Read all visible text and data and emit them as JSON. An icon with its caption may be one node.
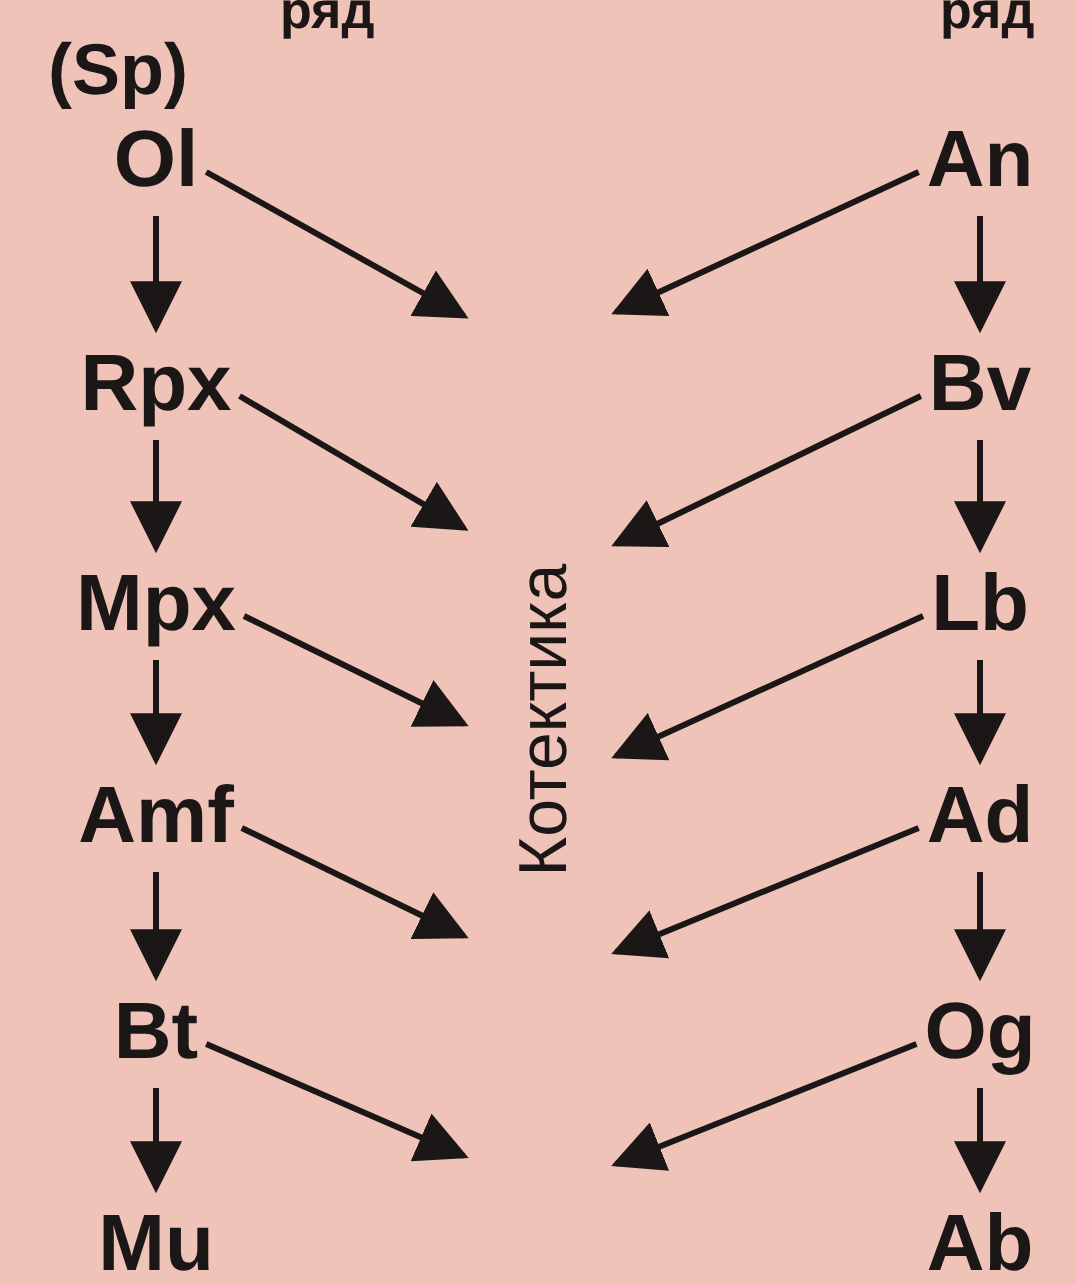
{
  "diagram": {
    "nodes": [
      {
        "text": [
          "Ol"
        ],
        "beside": [
          "(Sp)"
        ]
      },
      {
        "text": [
          "Rpx"
        ]
      },
      {
        "text": [
          "Mpx"
        ]
      },
      {
        "text": [
          "Amf"
        ]
      },
      {
        "text": [
          "Bt"
        ]
      },
      {
        "text": [
          "Mu"
        ]
      },
      {
        "text": [
          "An"
        ]
      },
      {
        "text": [
          "Bv"
        ]
      },
      {
        "text": [
          "Lb"
        ]
      },
      {
        "text": [
          "Ad"
        ]
      },
      {
        "text": [
          "Og"
        ]
      },
      {
        "text": [
          "Ab"
        ]
      }
    ],
    "edges": [
      {
        "from": 0,
        "to": 1,
        "arrow": "to"
      },
      {
        "from": 1,
        "to": 2,
        "arrow": "to"
      },
      {
        "from": 2,
        "to": 3,
        "arrow": "to"
      },
      {
        "from": 3,
        "to": 4,
        "arrow": "to"
      },
      {
        "from": 4,
        "to": 5,
        "arrow": "to"
      },
      {
        "from": 6,
        "to": 7,
        "arrow": "to"
      },
      {
        "from": 7,
        "to": 8,
        "arrow": "to"
      },
      {
        "from": 8,
        "to": 9,
        "arrow": "to"
      },
      {
        "from": 9,
        "to": 10,
        "arrow": "to"
      },
      {
        "from": 10,
        "to": 11,
        "arrow": "to"
      },
      {
        "from": 0,
        "to": null,
        "arrow": "to"
      },
      {
        "from": 1,
        "to": null,
        "arrow": "to"
      },
      {
        "from": 2,
        "to": null,
        "arrow": "to"
      },
      {
        "from": 3,
        "to": null,
        "arrow": "to"
      },
      {
        "from": 4,
        "to": null,
        "arrow": "to"
      },
      {
        "from": 6,
        "to": null,
        "arrow": "to"
      },
      {
        "from": 7,
        "to": null,
        "arrow": "to"
      },
      {
        "from": 8,
        "to": null,
        "arrow": "to"
      },
      {
        "from": 9,
        "to": null,
        "arrow": "to"
      },
      {
        "from": 10,
        "to": null,
        "arrow": "to"
      }
    ],
    "labels": [
      "ряд",
      "ряд",
      "Котектика"
    ]
  }
}
